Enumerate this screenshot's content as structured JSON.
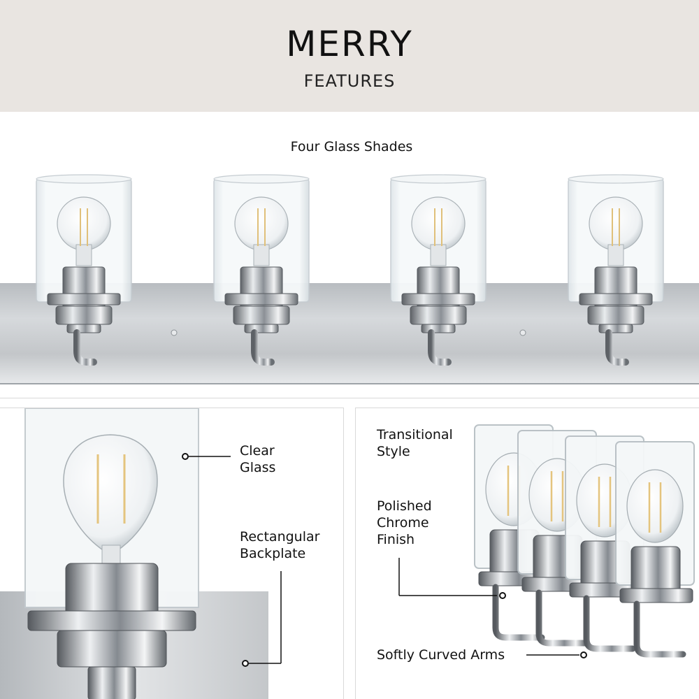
{
  "header": {
    "title": "MERRY",
    "subtitle": "FEATURES"
  },
  "top_panel": {
    "caption": "Four Glass Shades"
  },
  "detail_left": {
    "callouts": [
      {
        "label": "Clear\nGlass"
      },
      {
        "label": "Rectangular\nBackplate"
      }
    ]
  },
  "detail_right": {
    "callouts": [
      {
        "label": "Transitional\nStyle"
      },
      {
        "label": "Polished\nChrome\nFinish"
      },
      {
        "label": "Softly Curved Arms"
      }
    ]
  },
  "colors": {
    "header_bg": "#e9e5e1",
    "chrome": "#9aa0a6",
    "glass": "#eef3f6"
  }
}
